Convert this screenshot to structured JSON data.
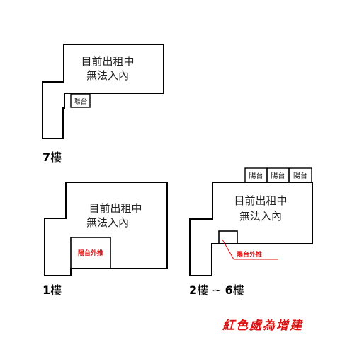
{
  "colors": {
    "outline": "#000000",
    "addition": "#dd1111"
  },
  "plans": {
    "floor7": {
      "room_line1": "目前出租中",
      "room_line2": "無法入內",
      "balcony": "陽台",
      "floor_number": "7",
      "floor_unit": "樓"
    },
    "floor1": {
      "room_line1": "目前出租中",
      "room_line2": "無法入內",
      "balcony_ext": "陽台外推",
      "floor_number": "1",
      "floor_unit": "樓"
    },
    "floor2to6": {
      "room_line1": "目前出租中",
      "room_line2": "無法入內",
      "balconies": [
        "陽台",
        "陽台",
        "陽台"
      ],
      "balcony_ext": "陽台外推",
      "floor_from": "2",
      "floor_to": "6",
      "floor_unit": "樓",
      "range_sep": "~"
    }
  },
  "note": "紅色處為增建"
}
